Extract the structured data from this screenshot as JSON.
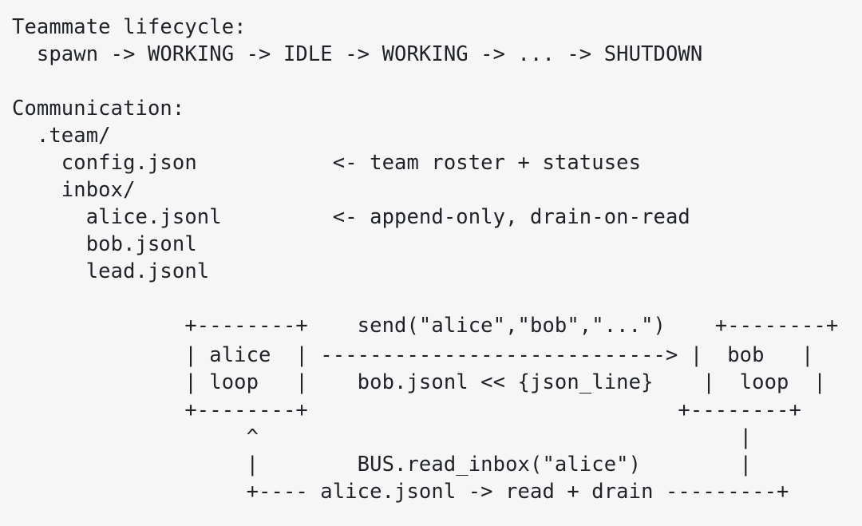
{
  "code_block": {
    "lines": [
      "Teammate lifecycle:",
      "  spawn -> WORKING -> IDLE -> WORKING -> ... -> SHUTDOWN",
      "",
      "Communication:",
      "  .team/",
      "    config.json           <- team roster + statuses",
      "    inbox/",
      "      alice.jsonl         <- append-only, drain-on-read",
      "      bob.jsonl",
      "      lead.jsonl",
      "",
      "              +--------+    send(\"alice\",\"bob\",\"...\")    +--------+",
      "              | alice  | ----------------------------> |  bob   |",
      "              | loop   |    bob.jsonl << {json_line}    |  loop  |",
      "              +--------+                              +--------+",
      "                   ^                                       |",
      "                   |        BUS.read_inbox(\"alice\")        |",
      "                   +---- alice.jsonl -> read + drain ---------+"
    ]
  }
}
